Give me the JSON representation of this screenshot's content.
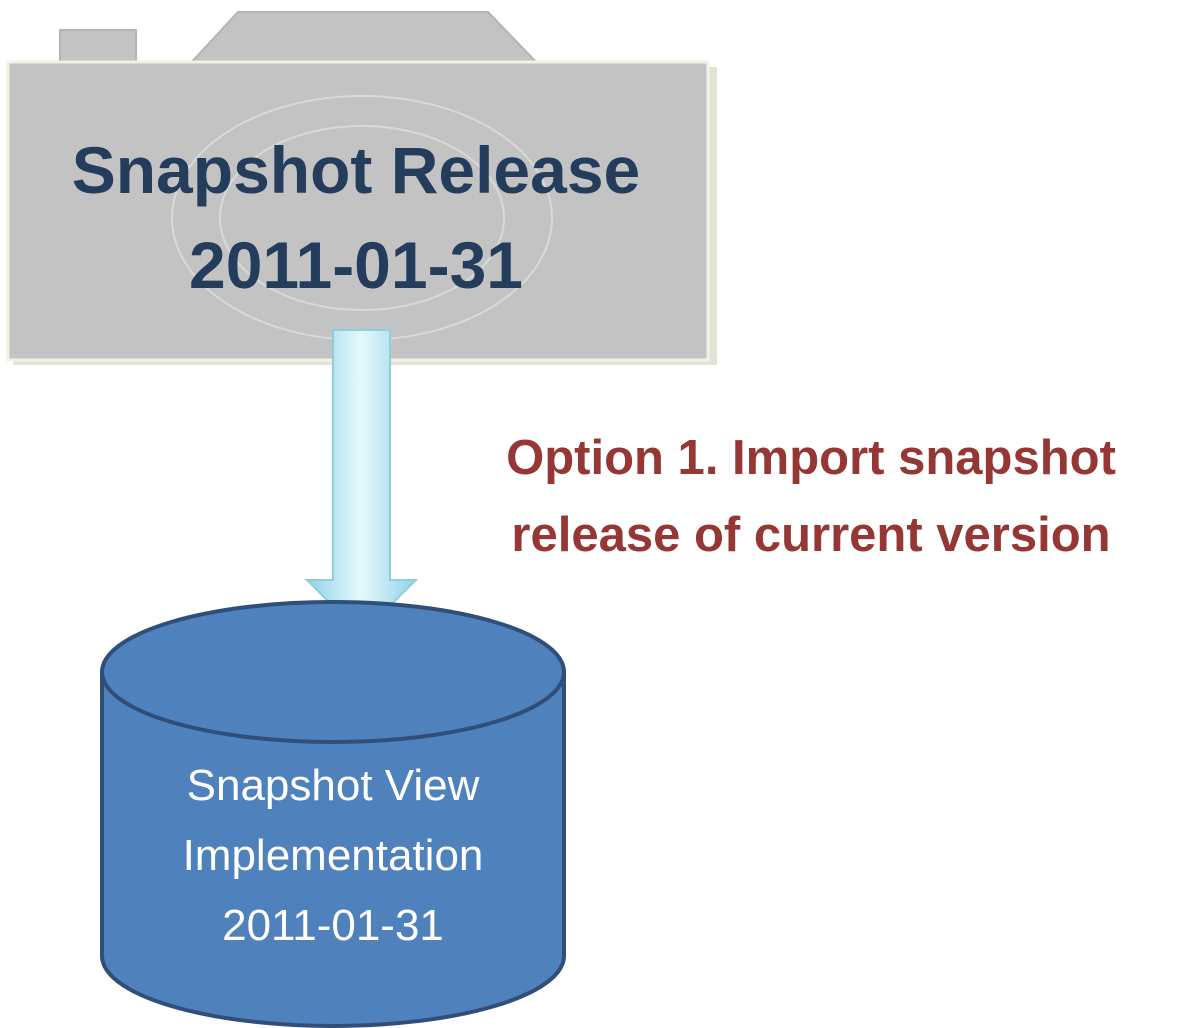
{
  "camera": {
    "title_line1": "Snapshot Release",
    "title_line2": "2011-01-31"
  },
  "arrow_label": {
    "line1": "Option 1. Import snapshot",
    "line2": "release of current version"
  },
  "database": {
    "line1": "Snapshot View",
    "line2": "Implementation",
    "line3": "2011-01-31"
  },
  "colors": {
    "camera_body": "#c3c3c3",
    "camera_title": "#243d5c",
    "arrow_fill": "#a8e2f0",
    "label": "#953735",
    "db_fill": "#4f81bd",
    "db_stroke": "#2f4f7a",
    "db_text": "#ffffff"
  }
}
